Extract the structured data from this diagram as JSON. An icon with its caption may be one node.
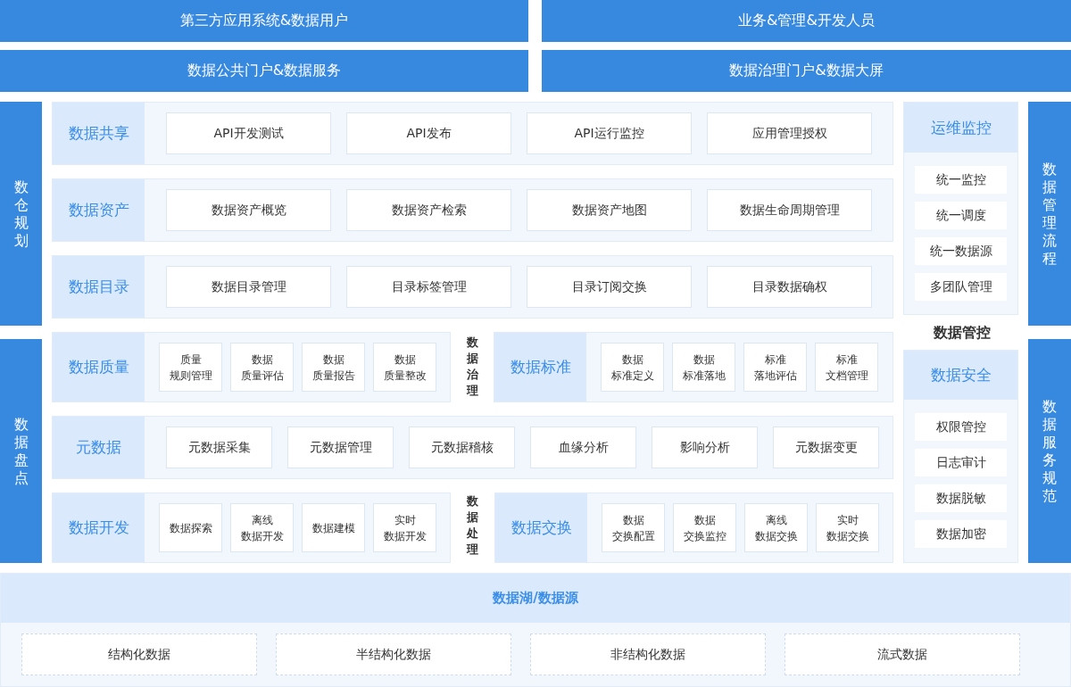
{
  "diagram": {
    "nodes": [
      {
        "text": [
          "第三方应用系统&数据用户"
        ]
      },
      {
        "text": [
          "业务&管理&开发人员"
        ]
      },
      {
        "text": [
          "数据公共门户&数据服务"
        ]
      },
      {
        "text": [
          "数据治理门户&数据大屏"
        ]
      },
      {
        "text": [
          "数仓规划"
        ]
      },
      {
        "text": [
          "数据共享"
        ]
      },
      {
        "text": [
          "API开发测试"
        ],
        "in": 5
      },
      {
        "text": [
          "API发布"
        ],
        "in": 5
      },
      {
        "text": [
          "API运行监控"
        ],
        "in": 5
      },
      {
        "text": [
          "应用管理授权"
        ],
        "in": 5
      },
      {
        "text": [
          "数据资产"
        ]
      },
      {
        "text": [
          "数据资产概览"
        ],
        "in": 10
      },
      {
        "text": [
          "数据资产检索"
        ],
        "in": 10
      },
      {
        "text": [
          "数据资产地图"
        ],
        "in": 10
      },
      {
        "text": [
          "数据生命周期管理"
        ],
        "in": 10
      },
      {
        "text": [
          "数据目录"
        ]
      },
      {
        "text": [
          "数据目录管理"
        ],
        "in": 15
      },
      {
        "text": [
          "目录标签管理"
        ],
        "in": 15
      },
      {
        "text": [
          "目录订阅交换"
        ],
        "in": 15
      },
      {
        "text": [
          "目录数据确权"
        ],
        "in": 15
      },
      {
        "text": [
          "运维监控"
        ]
      },
      {
        "text": [
          "统一监控"
        ],
        "in": 20
      },
      {
        "text": [
          "统一调度"
        ],
        "in": 20
      },
      {
        "text": [
          "统一数据源"
        ],
        "in": 20
      },
      {
        "text": [
          "多团队管理"
        ],
        "in": 20
      },
      {
        "text": [
          "数据管理流程"
        ]
      },
      {
        "text": [
          "数据盘点"
        ]
      },
      {
        "text": [
          "数据质量"
        ]
      },
      {
        "text": [
          "质量规则管理"
        ],
        "in": 27
      },
      {
        "text": [
          "数据质量评估"
        ],
        "in": 27
      },
      {
        "text": [
          "数据质量报告"
        ],
        "in": 27
      },
      {
        "text": [
          "数据质量整改"
        ],
        "in": 27
      },
      {
        "text": [
          "数据标准"
        ]
      },
      {
        "text": [
          "数据标准定义"
        ],
        "in": 32
      },
      {
        "text": [
          "数据标准落地"
        ],
        "in": 32
      },
      {
        "text": [
          "标准落地评估"
        ],
        "in": 32
      },
      {
        "text": [
          "标准文档管理"
        ],
        "in": 32
      },
      {
        "text": [
          "数据安全"
        ]
      },
      {
        "text": [
          "权限管控"
        ],
        "in": 37
      },
      {
        "text": [
          "日志审计"
        ],
        "in": 37
      },
      {
        "text": [
          "数据脱敏"
        ],
        "in": 37
      },
      {
        "text": [
          "数据加密"
        ],
        "in": 37
      },
      {
        "text": [
          "数据服务规范"
        ]
      },
      {
        "text": [
          "元数据"
        ]
      },
      {
        "text": [
          "元数据采集"
        ],
        "in": 43
      },
      {
        "text": [
          "元数据管理"
        ],
        "in": 43
      },
      {
        "text": [
          "元数据稽核"
        ],
        "in": 43
      },
      {
        "text": [
          "血缘分析"
        ],
        "in": 43
      },
      {
        "text": [
          "影响分析"
        ],
        "in": 43
      },
      {
        "text": [
          "元数据变更"
        ],
        "in": 43
      },
      {
        "text": [
          "数据开发"
        ]
      },
      {
        "text": [
          "数据探索"
        ],
        "in": 50
      },
      {
        "text": [
          "离线数据开发"
        ],
        "in": 50
      },
      {
        "text": [
          "数据建模"
        ],
        "in": 50
      },
      {
        "text": [
          "实时数据开发"
        ],
        "in": 50
      },
      {
        "text": [
          "数据交换"
        ]
      },
      {
        "text": [
          "数据交换配置"
        ],
        "in": 55
      },
      {
        "text": [
          "数据交换监控"
        ],
        "in": 55
      },
      {
        "text": [
          "离线数据交换"
        ],
        "in": 55
      },
      {
        "text": [
          "实时数据交换"
        ],
        "in": 55
      },
      {
        "text": [
          "数据湖/数据源"
        ]
      },
      {
        "text": [
          "结构化数据"
        ],
        "in": 60
      },
      {
        "text": [
          "半结构化数据"
        ],
        "in": 60
      },
      {
        "text": [
          "非结构化数据"
        ],
        "in": 60
      },
      {
        "text": [
          "流式数据"
        ],
        "in": 60
      }
    ],
    "labels": [
      "数据治理",
      "数据管控",
      "数据处理"
    ]
  }
}
